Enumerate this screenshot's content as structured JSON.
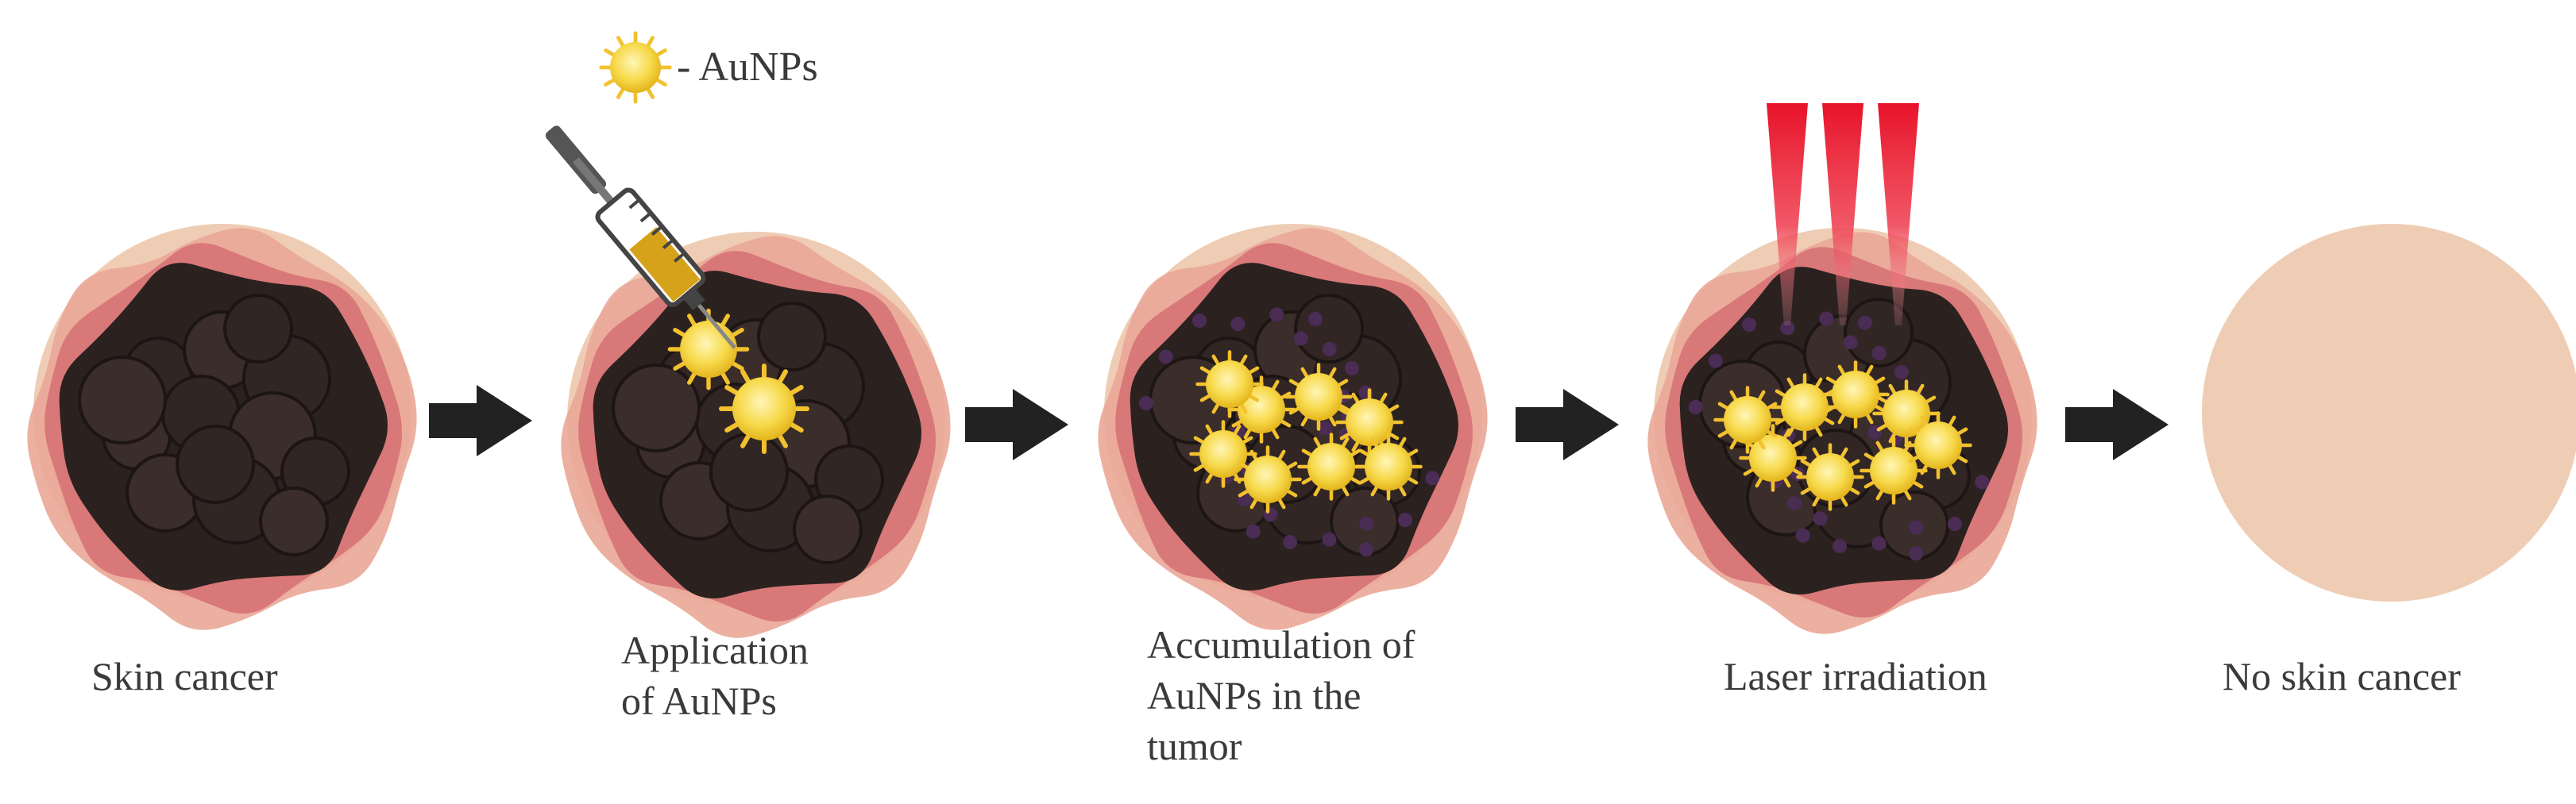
{
  "legend": {
    "label": "- AuNPs",
    "icon": "gold-nanoparticle-icon"
  },
  "colors": {
    "skin": "#efcdb4",
    "inflammation": "#e6a195",
    "inflammation_core": "#d46f6f",
    "tumor": "#2b2220",
    "tumor_light": "#4a3a35",
    "nanoparticle": "#f7d94a",
    "nanoparticle_glow": "#fbe98c",
    "nanoparticle_bound": "#5a3a5a",
    "laser": "#e8132a",
    "arrow": "#222222"
  },
  "stages": [
    {
      "id": "skin-cancer",
      "lines": [
        "Skin cancer"
      ]
    },
    {
      "id": "application",
      "lines": [
        "Application",
        "of AuNPs"
      ]
    },
    {
      "id": "accumulation",
      "lines": [
        "Accumulation of",
        "AuNPs in the",
        "tumor"
      ]
    },
    {
      "id": "laser",
      "lines": [
        "Laser irradiation"
      ]
    },
    {
      "id": "no-cancer",
      "lines": [
        "No skin cancer"
      ]
    }
  ]
}
